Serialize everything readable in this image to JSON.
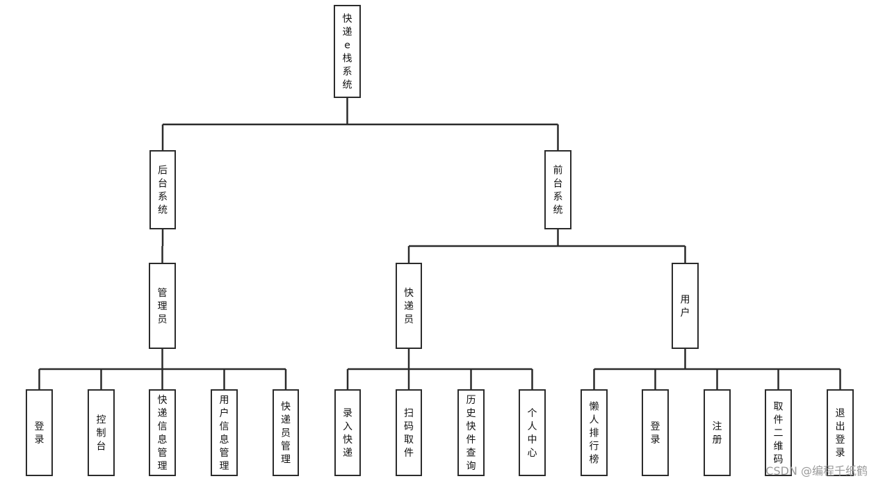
{
  "diagram": {
    "nodes": {
      "root": "快递e栈系统",
      "backend": "后台系统",
      "frontend": "前台系统",
      "admin": "管理员",
      "courier": "快递员",
      "user": "用户",
      "admin_login": "登录",
      "admin_console": "控制台",
      "admin_parcel_mgmt": "快递信息管理",
      "admin_user_mgmt": "用户信息管理",
      "admin_courier_mgmt": "快递员管理",
      "courier_enter": "录入快递",
      "courier_scan": "扫码取件",
      "courier_history": "历史快件查询",
      "courier_center": "个人中心",
      "user_ranking": "懒人排行榜",
      "user_login": "登录",
      "user_register": "注册",
      "user_qrcode": "取件二维码",
      "user_logout": "退出登录"
    }
  },
  "watermark": "CSDN @编程千纸鹤"
}
